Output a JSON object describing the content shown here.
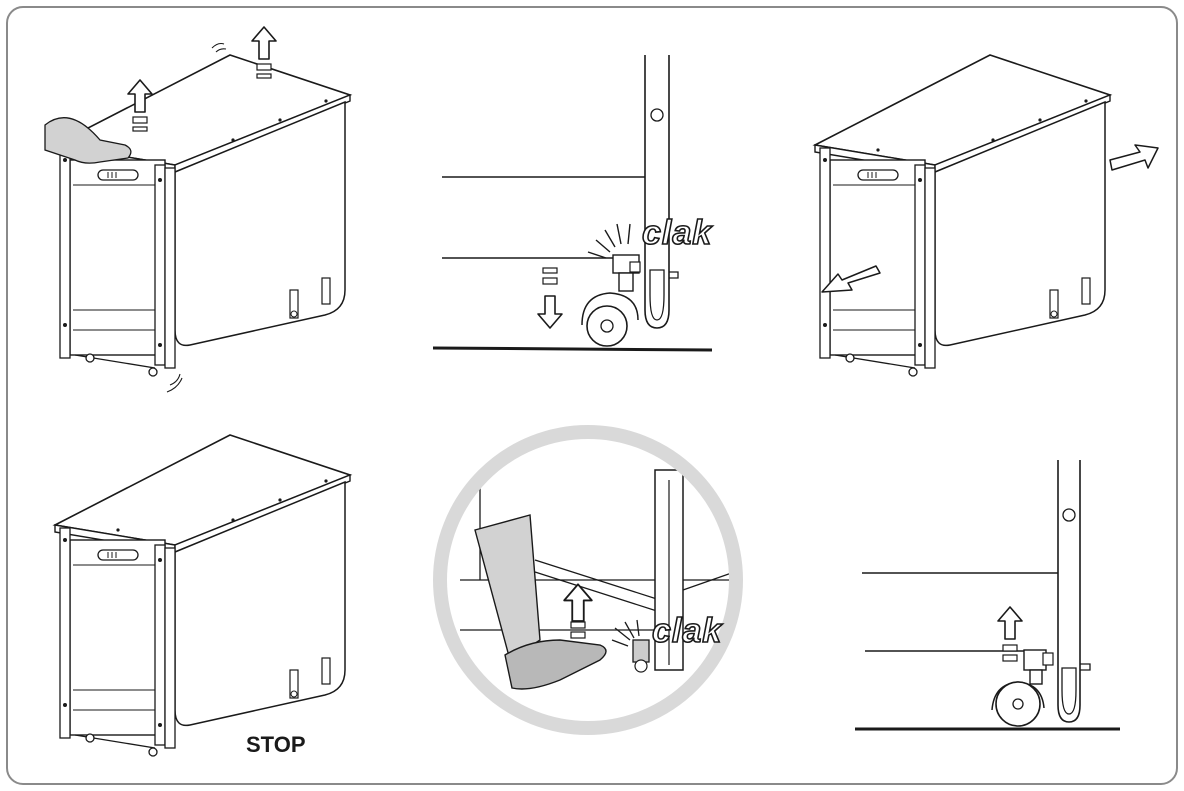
{
  "panels": [
    {
      "id": "lift-cabinet",
      "sound_label": ""
    },
    {
      "id": "caster-lock-closeup",
      "sound_label": "clak"
    },
    {
      "id": "pull-out-leaves",
      "sound_label": ""
    },
    {
      "id": "cabinet-stopped",
      "status_label": "STOP"
    },
    {
      "id": "foot-press-closeup",
      "sound_label": "clak"
    },
    {
      "id": "caster-release-closeup",
      "sound_label": ""
    }
  ],
  "colors": {
    "line": "#1a1a1a",
    "frame": "#8a8a8a",
    "hand": "#d2d2d2",
    "circle": "#d9d9d9"
  },
  "icons": [
    "up-arrow-icon",
    "down-arrow-icon",
    "right-arrow-icon",
    "left-arrow-icon",
    "caster-wheel-icon",
    "shoe-icon",
    "hand-icon",
    "impact-lines-icon"
  ]
}
